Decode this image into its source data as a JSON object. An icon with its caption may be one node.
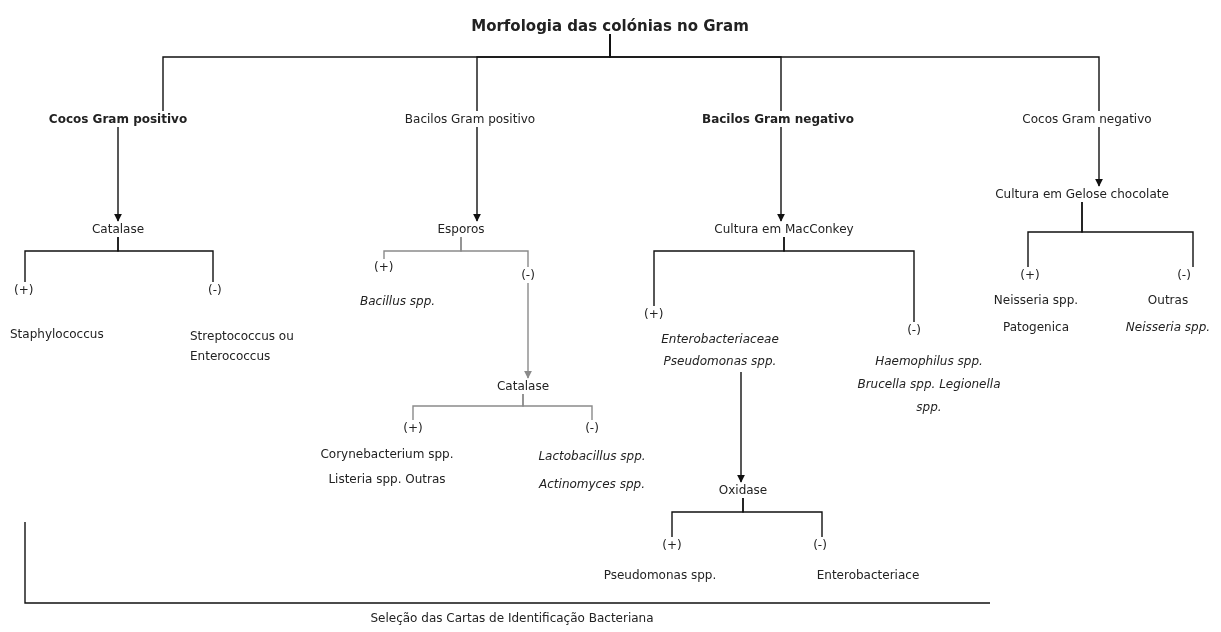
{
  "diagram": {
    "nodes": [
      {
        "text": [
          "Morfologia das colónias no Gram"
        ]
      },
      {
        "text": [
          "Cocos Gram positivo"
        ]
      },
      {
        "text": [
          "Bacilos Gram positivo"
        ]
      },
      {
        "text": [
          "Bacilos Gram negativo"
        ]
      },
      {
        "text": [
          "Cocos Gram negativo"
        ]
      },
      {
        "text": [
          "Catalase"
        ]
      },
      {
        "text": [
          "(+)",
          "Staphylococcus"
        ]
      },
      {
        "text": [
          "(-)",
          "Streptococcus ou Enterococcus"
        ]
      },
      {
        "text": [
          "Esporos"
        ]
      },
      {
        "text": [
          "(+)",
          "Bacillus spp."
        ]
      },
      {
        "text": [
          "(-)"
        ]
      },
      {
        "text": [
          "Catalase"
        ]
      },
      {
        "text": [
          "(+)",
          "Corynebacterium spp. Listeria spp. Outras"
        ]
      },
      {
        "text": [
          "(-)",
          "Lactobacillus spp. Actinomyces spp."
        ]
      },
      {
        "text": [
          "Cultura em MacConkey"
        ]
      },
      {
        "text": [
          "(+)",
          "Enterobacteriaceae Pseudomonas spp."
        ]
      },
      {
        "text": [
          "(-)",
          "Haemophilus spp. Brucella spp. Legionella spp."
        ]
      },
      {
        "text": [
          "Oxidase"
        ]
      },
      {
        "text": [
          "(+)",
          "Pseudomonas spp."
        ]
      },
      {
        "text": [
          "(-)",
          "Enterobacteriace"
        ]
      },
      {
        "text": [
          "Cultura em Gelose chocolate"
        ]
      },
      {
        "text": [
          "(+)",
          "Neisseria spp. Patogenica"
        ]
      },
      {
        "text": [
          "(-)",
          "Outras",
          "Neisseria spp."
        ]
      }
    ],
    "edges": [
      {
        "from": 0,
        "to": 1,
        "arrow": "none"
      },
      {
        "from": 0,
        "to": 2,
        "arrow": "none"
      },
      {
        "from": 0,
        "to": 3,
        "arrow": "none"
      },
      {
        "from": 0,
        "to": 4,
        "arrow": "none"
      },
      {
        "from": 1,
        "to": 5,
        "arrow": "to"
      },
      {
        "from": 2,
        "to": 8,
        "arrow": "to"
      },
      {
        "from": 3,
        "to": 14,
        "arrow": "to"
      },
      {
        "from": 4,
        "to": 20,
        "arrow": "to"
      },
      {
        "from": 5,
        "to": 6,
        "arrow": "none"
      },
      {
        "from": 5,
        "to": 7,
        "arrow": "none"
      },
      {
        "from": 8,
        "to": 9,
        "arrow": "none",
        "color": "#8a8a8a"
      },
      {
        "from": 8,
        "to": 10,
        "arrow": "none",
        "color": "#8a8a8a"
      },
      {
        "from": 10,
        "to": 11,
        "arrow": "to",
        "color": "#8a8a8a"
      },
      {
        "from": 11,
        "to": 12,
        "arrow": "none",
        "color": "#8a8a8a"
      },
      {
        "from": 11,
        "to": 13,
        "arrow": "none",
        "color": "#8a8a8a"
      },
      {
        "from": 14,
        "to": 15,
        "arrow": "none"
      },
      {
        "from": 14,
        "to": 16,
        "arrow": "none"
      },
      {
        "from": 15,
        "to": 17,
        "arrow": "to"
      },
      {
        "from": 17,
        "to": 18,
        "arrow": "none"
      },
      {
        "from": 17,
        "to": 19,
        "arrow": "none"
      },
      {
        "from": 20,
        "to": 21,
        "arrow": "none"
      },
      {
        "from": 20,
        "to": 22,
        "arrow": "none"
      }
    ],
    "labels": [
      "Seleção das Cartas de Identificação Bacteriana"
    ]
  }
}
